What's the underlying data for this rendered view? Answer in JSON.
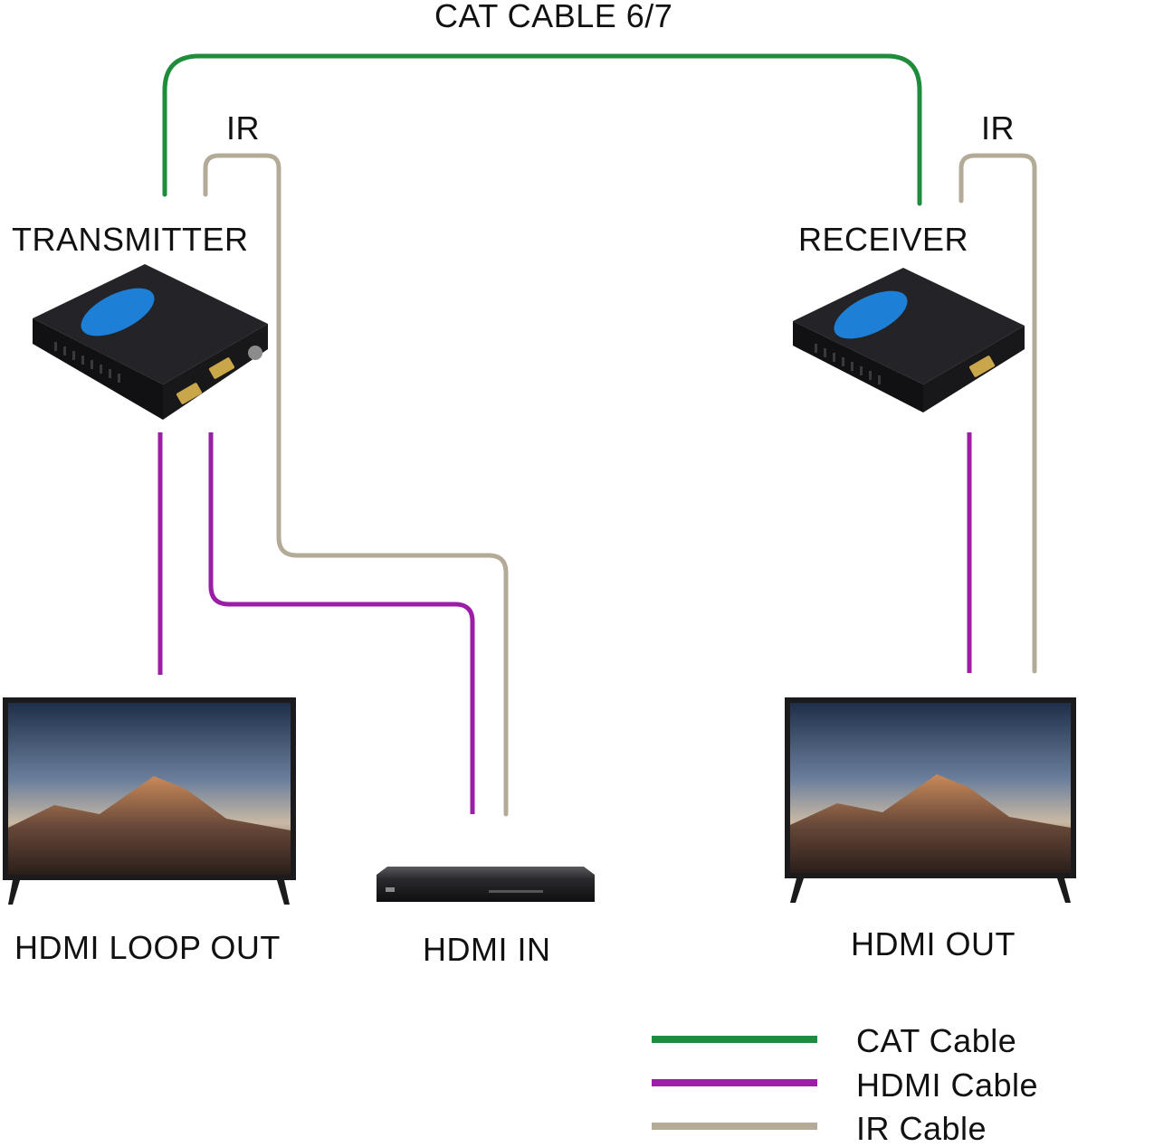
{
  "labels": {
    "cat_title": "CAT CABLE 6/7",
    "ir_left": "IR",
    "ir_right": "IR",
    "transmitter": "TRANSMITTER",
    "receiver": "RECEIVER",
    "hdmi_loop_out": "HDMI LOOP OUT",
    "hdmi_in": "HDMI IN",
    "hdmi_out": "HDMI OUT"
  },
  "legend": [
    {
      "label": "CAT Cable",
      "color": "#1f8c3b"
    },
    {
      "label": "HDMI Cable",
      "color": "#9b1fa6"
    },
    {
      "label": "IR Cable",
      "color": "#b3aa98"
    }
  ],
  "colors": {
    "cat": "#1f8c3b",
    "hdmi": "#9b1fa6",
    "ir": "#b3aa98",
    "device_body": "#1a1a1a",
    "device_accent": "#1e7fd6"
  },
  "devices": [
    {
      "name": "transmitter-unit",
      "icon": "hdmi-extender-icon"
    },
    {
      "name": "receiver-unit",
      "icon": "hdmi-extender-icon"
    },
    {
      "name": "loop-out-tv",
      "icon": "tv-icon"
    },
    {
      "name": "source-player",
      "icon": "blu-ray-player-icon"
    },
    {
      "name": "receiver-tv",
      "icon": "tv-icon"
    }
  ]
}
